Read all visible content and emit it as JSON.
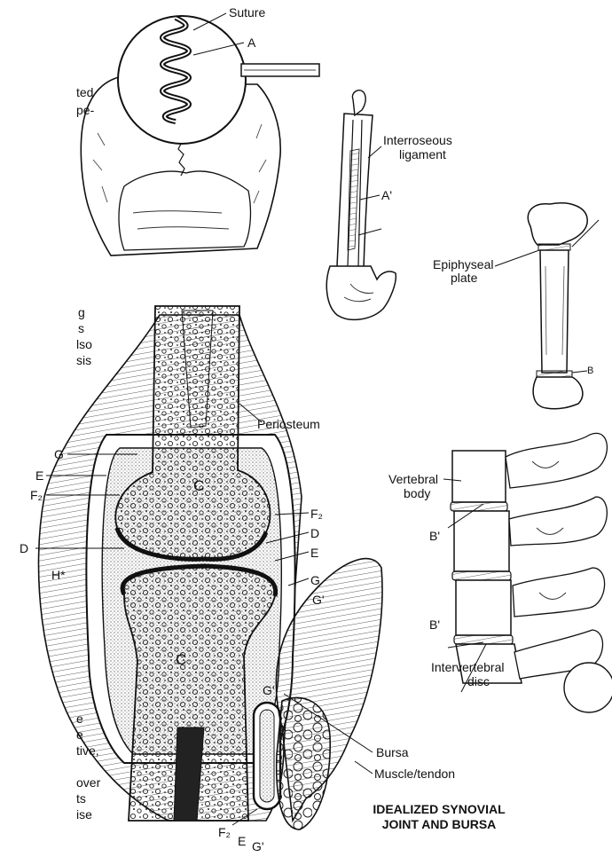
{
  "labels": {
    "suture": "Suture",
    "a": "A",
    "interroseous_1": "Interroseous",
    "interroseous_2": "ligament",
    "a_prime": "A'",
    "epiphyseal_1": "Epiphyseal",
    "epiphyseal_2": "plate",
    "periosteum": "Periosteum",
    "vertebral_1": "Vertebral",
    "vertebral_2": "body",
    "b_prime_1": "B'",
    "b_prime_2": "B'",
    "intervertebral_1": "Intervertebral",
    "intervertebral_2": "disc",
    "bursa": "Bursa",
    "muscle_tendon": "Muscle/tendon",
    "title_1": "IDEALIZED SYNOVIAL",
    "title_2": "JOINT AND BURSA",
    "g_left": "G",
    "e_left": "E",
    "f_left": "F₂",
    "d_left": "D",
    "h_left": "H*",
    "c_top": "C",
    "c_bottom": "C",
    "f_right": "F₂",
    "d_right": "D",
    "e_right": "E",
    "g_right": "G",
    "g_prime_right": "G'",
    "g_prime_inner": "G'",
    "f_bottom": "F₂",
    "e_bottom": "E",
    "g_prime_bottom": "G'",
    "b_small": "B"
  },
  "cut_text": [
    {
      "text": "ted"
    },
    {
      "text": "pe-"
    },
    {
      "text": "g"
    },
    {
      "text": "s"
    },
    {
      "text": "lso"
    },
    {
      "text": "sis"
    },
    {
      "text": "e"
    },
    {
      "text": "e"
    },
    {
      "text": "tive,"
    },
    {
      "text": "over"
    },
    {
      "text": "ts"
    },
    {
      "text": "ise"
    }
  ]
}
